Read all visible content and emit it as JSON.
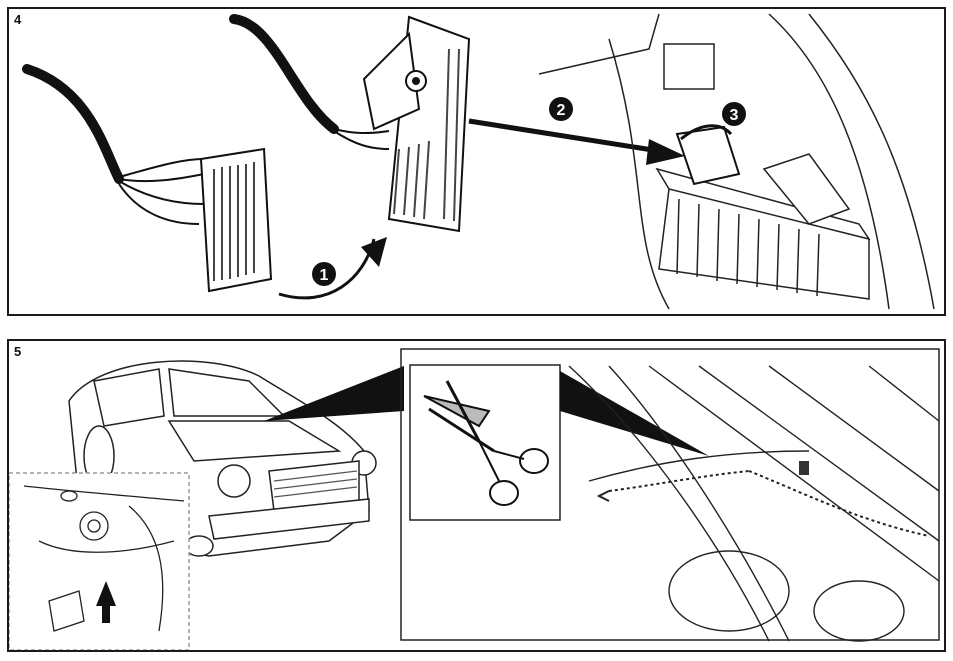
{
  "panels": [
    {
      "step": "4",
      "callouts": [
        "1",
        "2",
        "3"
      ]
    },
    {
      "step": "5"
    }
  ],
  "colors": {
    "ink": "#1a1a1a",
    "paper": "#ffffff",
    "grey": "#9a9a9a"
  }
}
